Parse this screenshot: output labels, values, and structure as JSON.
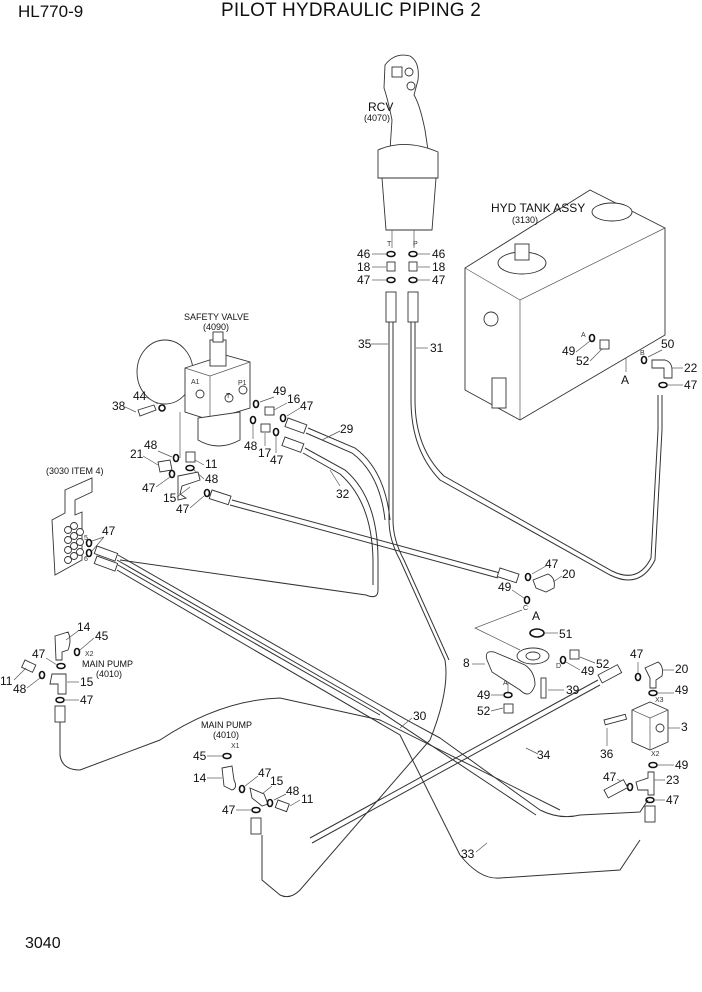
{
  "header": {
    "model": "HL770-9",
    "title": "PILOT HYDRAULIC PIPING 2"
  },
  "footer": {
    "page_number": "3040"
  },
  "assemblies": {
    "rcv": {
      "name": "RCV",
      "code": "(4070)"
    },
    "hyd_tank": {
      "name": "HYD TANK ASSY",
      "code": "(3130)"
    },
    "safety_valve": {
      "name": "SAFETY VALVE",
      "code": "(4090)"
    },
    "block_ref": {
      "code": "(3030 ITEM 4)"
    },
    "main_pump_1": {
      "name": "MAIN PUMP",
      "code": "(4010)"
    },
    "main_pump_2": {
      "name": "MAIN PUMP",
      "code": "(4010)"
    }
  },
  "port_labels": {
    "T": "T",
    "P": "P",
    "A1": "A1",
    "P1": "P1",
    "SV_T": "T",
    "A": "A",
    "B": "B",
    "C": "C",
    "D": "D",
    "A2": "A",
    "X1": "X1",
    "X2": "X2",
    "X3": "X3",
    "X2b": "X2",
    "p5": "5",
    "p6": "6",
    "view_A1": "A",
    "view_A2": "A"
  },
  "callouts": {
    "c46a": "46",
    "c18a": "18",
    "c47a": "47",
    "c46b": "46",
    "c18b": "18",
    "c47b": "47",
    "c35": "35",
    "c31": "31",
    "c49t": "49",
    "c52t": "52",
    "c50": "50",
    "c22": "22",
    "c47t": "47",
    "c44": "44",
    "c38": "38",
    "c49s": "49",
    "c16": "16",
    "c47s1": "47",
    "c48s": "48",
    "c17": "17",
    "c47s2": "47",
    "c29": "29",
    "c32": "32",
    "c48a": "48",
    "c21": "21",
    "c11a": "11",
    "c48b": "48",
    "c47c": "47",
    "c15a": "15",
    "c47d": "47",
    "c47e": "47",
    "c47f": "47",
    "c20a": "20",
    "c49f": "49",
    "c51": "51",
    "c8": "8",
    "c52a": "52",
    "c49g": "49",
    "c49h": "49",
    "c52b": "52",
    "c39": "39",
    "c14a": "14",
    "c45a": "45",
    "c47g": "47",
    "c11b": "11",
    "c48c": "48",
    "c15b": "15",
    "c47h": "47",
    "c30": "30",
    "c34": "34",
    "c33": "33",
    "c47i": "47",
    "c20b": "20",
    "c49i": "49",
    "c3": "3",
    "c36": "36",
    "c49j": "49",
    "c47j": "47",
    "c23": "23",
    "c47k": "47",
    "c45b": "45",
    "c14b": "14",
    "c47l": "47",
    "c15c": "15",
    "c48d": "48",
    "c11c": "11",
    "c47m": "47"
  }
}
